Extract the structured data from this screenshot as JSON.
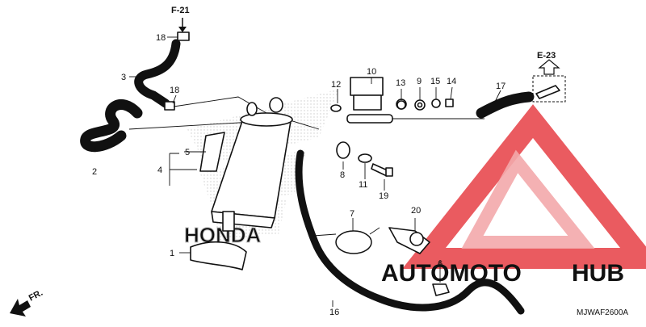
{
  "diagram_code": "MJWAF2600A",
  "brand_colors": {
    "accent": "#e8494f",
    "accent_light": "#f3a8ab",
    "logo_text": "#f5b96b",
    "logo_text_dark": "#8a8a8a"
  },
  "references": {
    "f21": "F-21",
    "e23": "E-23",
    "front": "FR."
  },
  "watermark": {
    "word_a": "AUTOMOTO",
    "word_b": "HUB",
    "background_mark": "HONDA"
  },
  "callouts": {
    "c1": "1",
    "c2": "2",
    "c3": "3",
    "c4": "4",
    "c5": "5",
    "c6": "6",
    "c7": "7",
    "c8": "8",
    "c9": "9",
    "c10": "10",
    "c11": "11",
    "c12": "12",
    "c13": "13",
    "c14": "14",
    "c15": "15",
    "c16": "16",
    "c17": "17",
    "c18a": "18",
    "c18b": "18",
    "c19": "19",
    "c20": "20"
  }
}
